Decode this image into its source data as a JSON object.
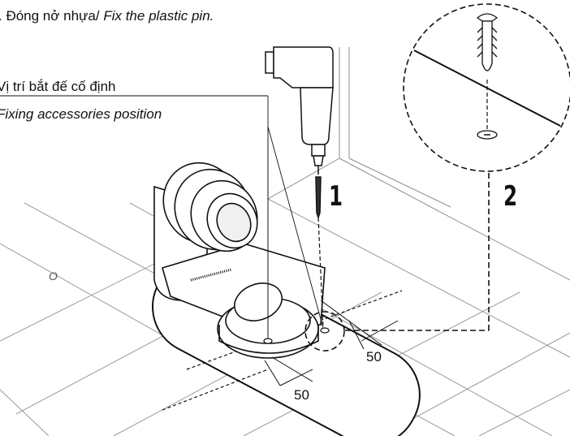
{
  "instruction": {
    "prefix": ". Đóng nở nhựa/ ",
    "english": "Fix the plastic pin."
  },
  "position_label": {
    "vietnamese": "Vị trí bắt đế cố định",
    "english": "Fixing accessories position"
  },
  "steps": [
    "1",
    "2"
  ],
  "dimensions": [
    "50",
    "50"
  ],
  "floor_mark": "O",
  "colors": {
    "line": "#111111",
    "grid": "#9a9a9a",
    "fill": "#ffffff"
  }
}
